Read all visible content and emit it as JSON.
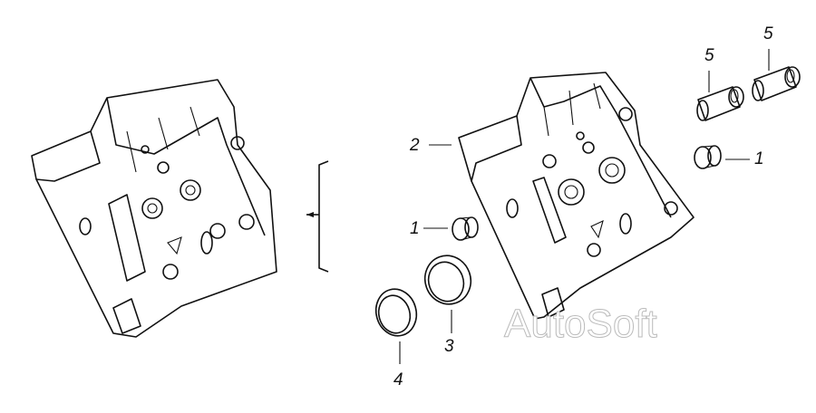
{
  "callouts": {
    "bushing_top_left": "5",
    "bushing_top_right": "5",
    "cylinder_head": "2",
    "plug_right": "1",
    "plug_left": "1",
    "seat_ring_3": "3",
    "seat_ring_4": "4"
  },
  "watermark": "AutoSoft"
}
